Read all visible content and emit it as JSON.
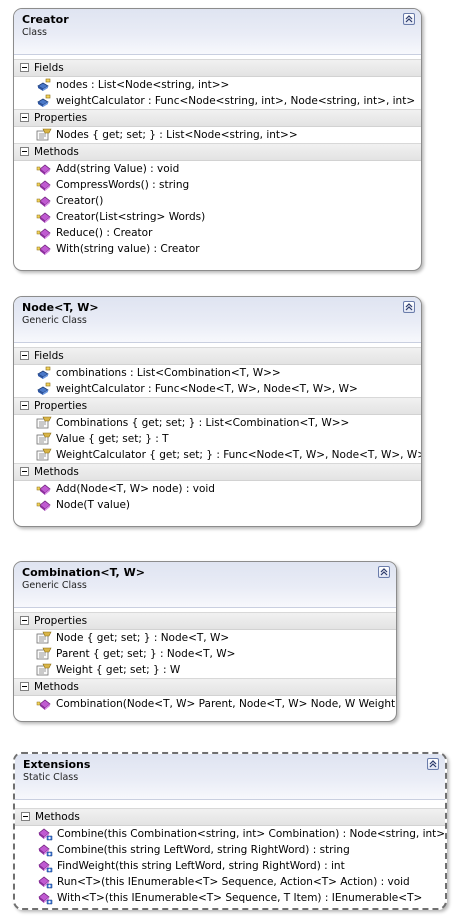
{
  "diagram": {
    "classes": [
      {
        "name": "Creator",
        "kind": "Class",
        "compartments": [
          {
            "title": "Fields",
            "icon": "field-icon",
            "members": [
              "nodes : List<Node<string, int>>",
              "weightCalculator : Func<Node<string, int>, Node<string, int>, int>"
            ]
          },
          {
            "title": "Properties",
            "icon": "property-icon",
            "members": [
              "Nodes { get; set; } : List<Node<string, int>>"
            ]
          },
          {
            "title": "Methods",
            "icon": "method-icon",
            "members": [
              "Add(string Value) : void",
              "CompressWords() : string",
              "Creator()",
              "Creator(List<string> Words)",
              "Reduce() : Creator",
              "With(string value) : Creator"
            ]
          }
        ]
      },
      {
        "name": "Node<T, W>",
        "kind": "Generic Class",
        "compartments": [
          {
            "title": "Fields",
            "icon": "field-icon",
            "members": [
              "combinations : List<Combination<T, W>>",
              "weightCalculator : Func<Node<T, W>, Node<T, W>, W>"
            ]
          },
          {
            "title": "Properties",
            "icon": "property-icon",
            "members": [
              "Combinations { get; set; } : List<Combination<T, W>>",
              "Value { get; set; } : T",
              "WeightCalculator { get; set; } : Func<Node<T, W>, Node<T, W>, W>"
            ]
          },
          {
            "title": "Methods",
            "icon": "method-icon",
            "members": [
              "Add(Node<T, W> node) : void",
              "Node(T value)"
            ]
          }
        ]
      },
      {
        "name": "Combination<T, W>",
        "kind": "Generic Class",
        "compartments": [
          {
            "title": "Properties",
            "icon": "property-icon",
            "members": [
              "Node { get; set; } : Node<T, W>",
              "Parent { get; set; } : Node<T, W>",
              "Weight { get; set; } : W"
            ]
          },
          {
            "title": "Methods",
            "icon": "method-icon",
            "members": [
              "Combination(Node<T, W> Parent, Node<T, W> Node, W Weight)"
            ]
          }
        ]
      },
      {
        "name": "Extensions",
        "kind": "Static Class",
        "compartments": [
          {
            "title": "Methods",
            "icon": "extension-method-icon",
            "members": [
              "Combine(this Combination<string, int> Combination) : Node<string, int>",
              "Combine(this string LeftWord, string RightWord) : string",
              "FindWeight(this string LeftWord, string RightWord) : int",
              "Run<T>(this IEnumerable<T> Sequence, Action<T> Action) : void",
              "With<T>(this IEnumerable<T> Sequence, T Item) : IEnumerable<T>"
            ]
          }
        ]
      }
    ]
  }
}
